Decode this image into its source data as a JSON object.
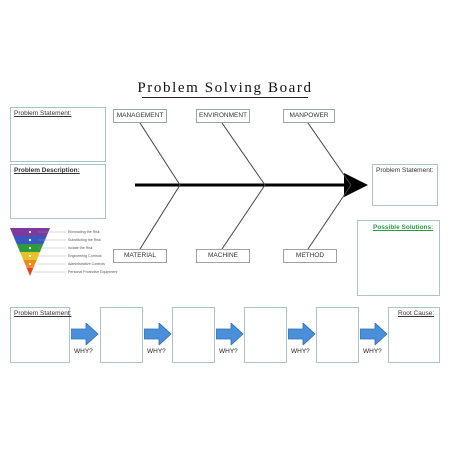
{
  "title": "Problem Solving Board",
  "left_boxes": {
    "statement_label": "Problem Statement:",
    "description_label": "Problem Description:"
  },
  "categories": {
    "top": [
      "MANAGEMENT",
      "ENVIRONMENT",
      "MANPOWER"
    ],
    "bottom": [
      "MATERIAL",
      "MACHINE",
      "METHOD"
    ]
  },
  "right_boxes": {
    "statement_label": "Problem Statement:",
    "solutions_label": "Possible Solutions:"
  },
  "hierarchy_levels": [
    "Eliminating the Risk",
    "Substituting the Risk",
    "Isolate the Risk",
    "Engineering Controls",
    "Administrative Controls",
    "Personal Protective Equipment"
  ],
  "hierarchy_colors": [
    "#7a3b9c",
    "#3a56c0",
    "#2f9a3a",
    "#e6c12a",
    "#f08a1e",
    "#e0452c"
  ],
  "why_chain": {
    "start_label": "Problem Statement:",
    "why_label": "WHY?",
    "end_label": "Root Cause:"
  },
  "accent_colors": {
    "arrow_blue": "#4a90d9",
    "spine": "#000000"
  }
}
